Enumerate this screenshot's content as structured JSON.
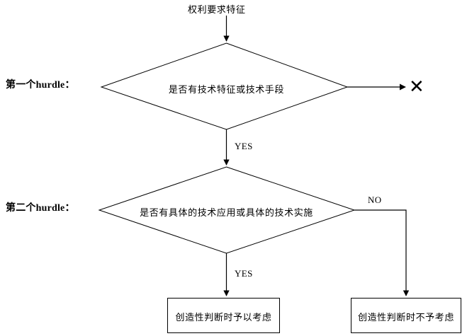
{
  "diagram": {
    "type": "flowchart",
    "title": "权利要求特征",
    "lane_labels": [
      {
        "id": "hurdle-1",
        "text": "第一个hurdle："
      },
      {
        "id": "hurdle-2",
        "text": "第二个hurdle："
      }
    ],
    "nodes": [
      {
        "id": "start",
        "shape": "text",
        "label": "权利要求特征"
      },
      {
        "id": "decision-1",
        "shape": "diamond",
        "label": "是否有技术特征或技术手段"
      },
      {
        "id": "decision-2",
        "shape": "diamond",
        "label": "是否有具体的技术应用或具体的技术实施"
      },
      {
        "id": "outcome-consider",
        "shape": "rectangle",
        "label": "创造性判断时予以考虑"
      },
      {
        "id": "outcome-not-consider",
        "shape": "rectangle",
        "label": "创造性判断时不予考虑"
      },
      {
        "id": "reject-mark",
        "shape": "x-mark",
        "label": "✕"
      }
    ],
    "edges": [
      {
        "id": "edge-start-d1",
        "from": "start",
        "to": "decision-1",
        "label": ""
      },
      {
        "id": "edge-d1-reject",
        "from": "decision-1",
        "to": "reject-mark",
        "label": ""
      },
      {
        "id": "edge-d1-d2",
        "from": "decision-1",
        "to": "decision-2",
        "label": "YES"
      },
      {
        "id": "edge-d2-consider",
        "from": "decision-2",
        "to": "outcome-consider",
        "label": "YES"
      },
      {
        "id": "edge-d2-not-consider",
        "from": "decision-2",
        "to": "outcome-not-consider",
        "label": "NO"
      }
    ],
    "colors": {
      "stroke": "#000000",
      "text": "#000000",
      "background": "#ffffff"
    }
  }
}
